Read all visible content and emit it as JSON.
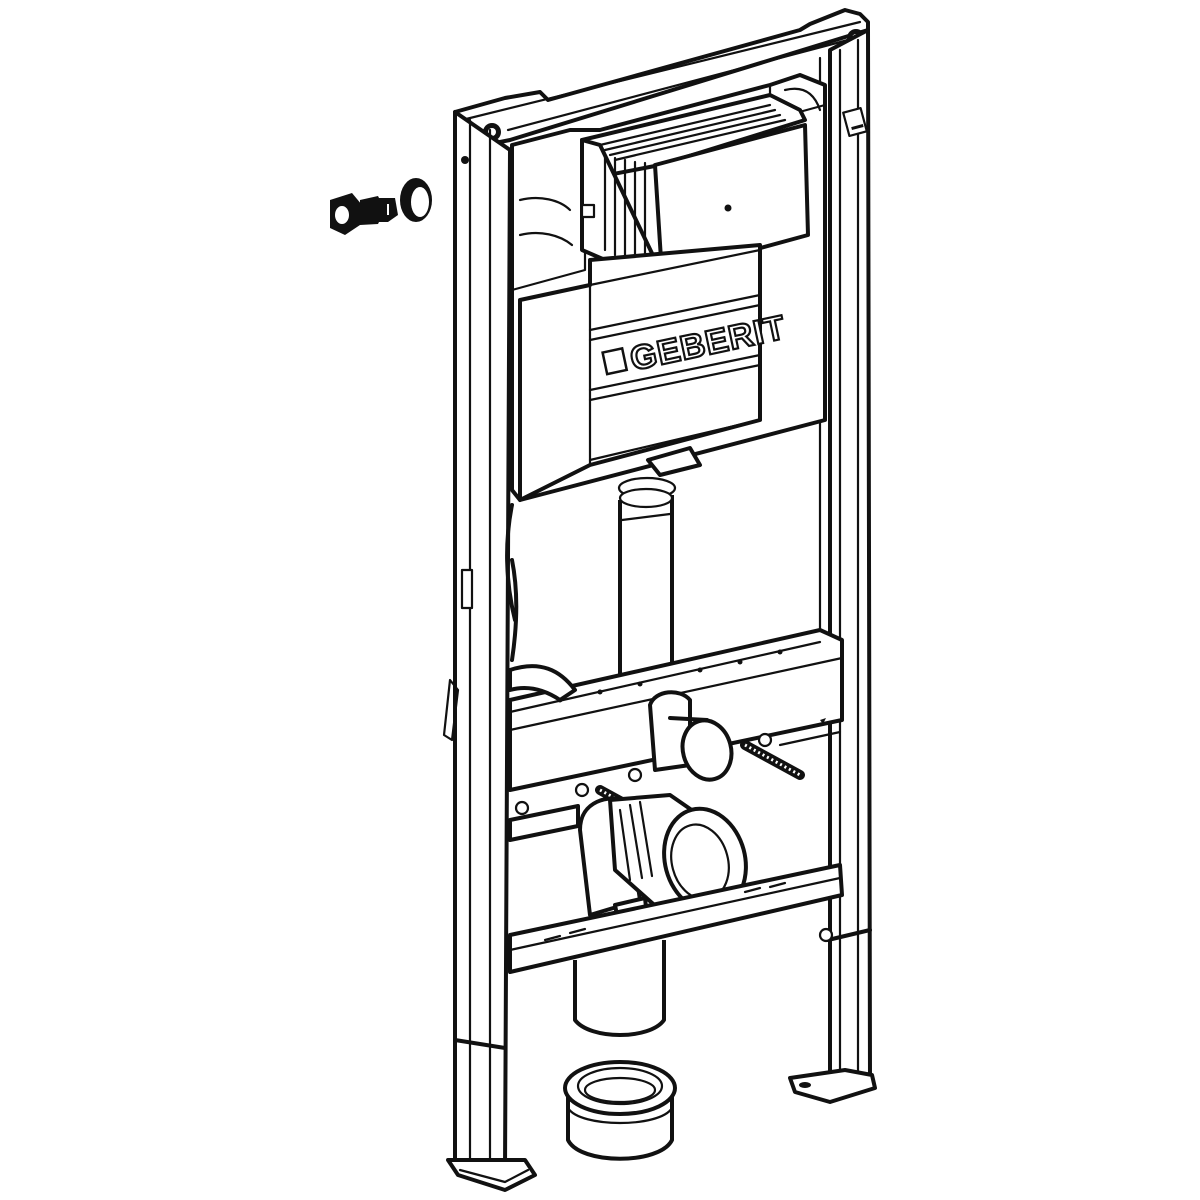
{
  "diagram": {
    "subject": "Wall-hung WC installation frame with concealed cistern",
    "brand_label": "GEBERIT",
    "colors": {
      "line": "#111111",
      "background": "#ffffff"
    },
    "parts": [
      {
        "id": "frame",
        "label": "installation frame"
      },
      {
        "id": "cistern",
        "label": "concealed cistern"
      },
      {
        "id": "actuator-cover",
        "label": "cistern cover plate"
      },
      {
        "id": "flush-pipe",
        "label": "flush pipe"
      },
      {
        "id": "water-connection-valve",
        "label": "water connection with valve"
      },
      {
        "id": "clamp-ring",
        "label": "clamp ring"
      },
      {
        "id": "flush-elbow",
        "label": "flush connection elbow"
      },
      {
        "id": "drain-bend",
        "label": "WC drain bend"
      },
      {
        "id": "threaded-rods",
        "label": "fixing threaded rods"
      },
      {
        "id": "reducer",
        "label": "drain reducer fitting"
      },
      {
        "id": "feet",
        "label": "adjustable frame feet"
      }
    ]
  }
}
